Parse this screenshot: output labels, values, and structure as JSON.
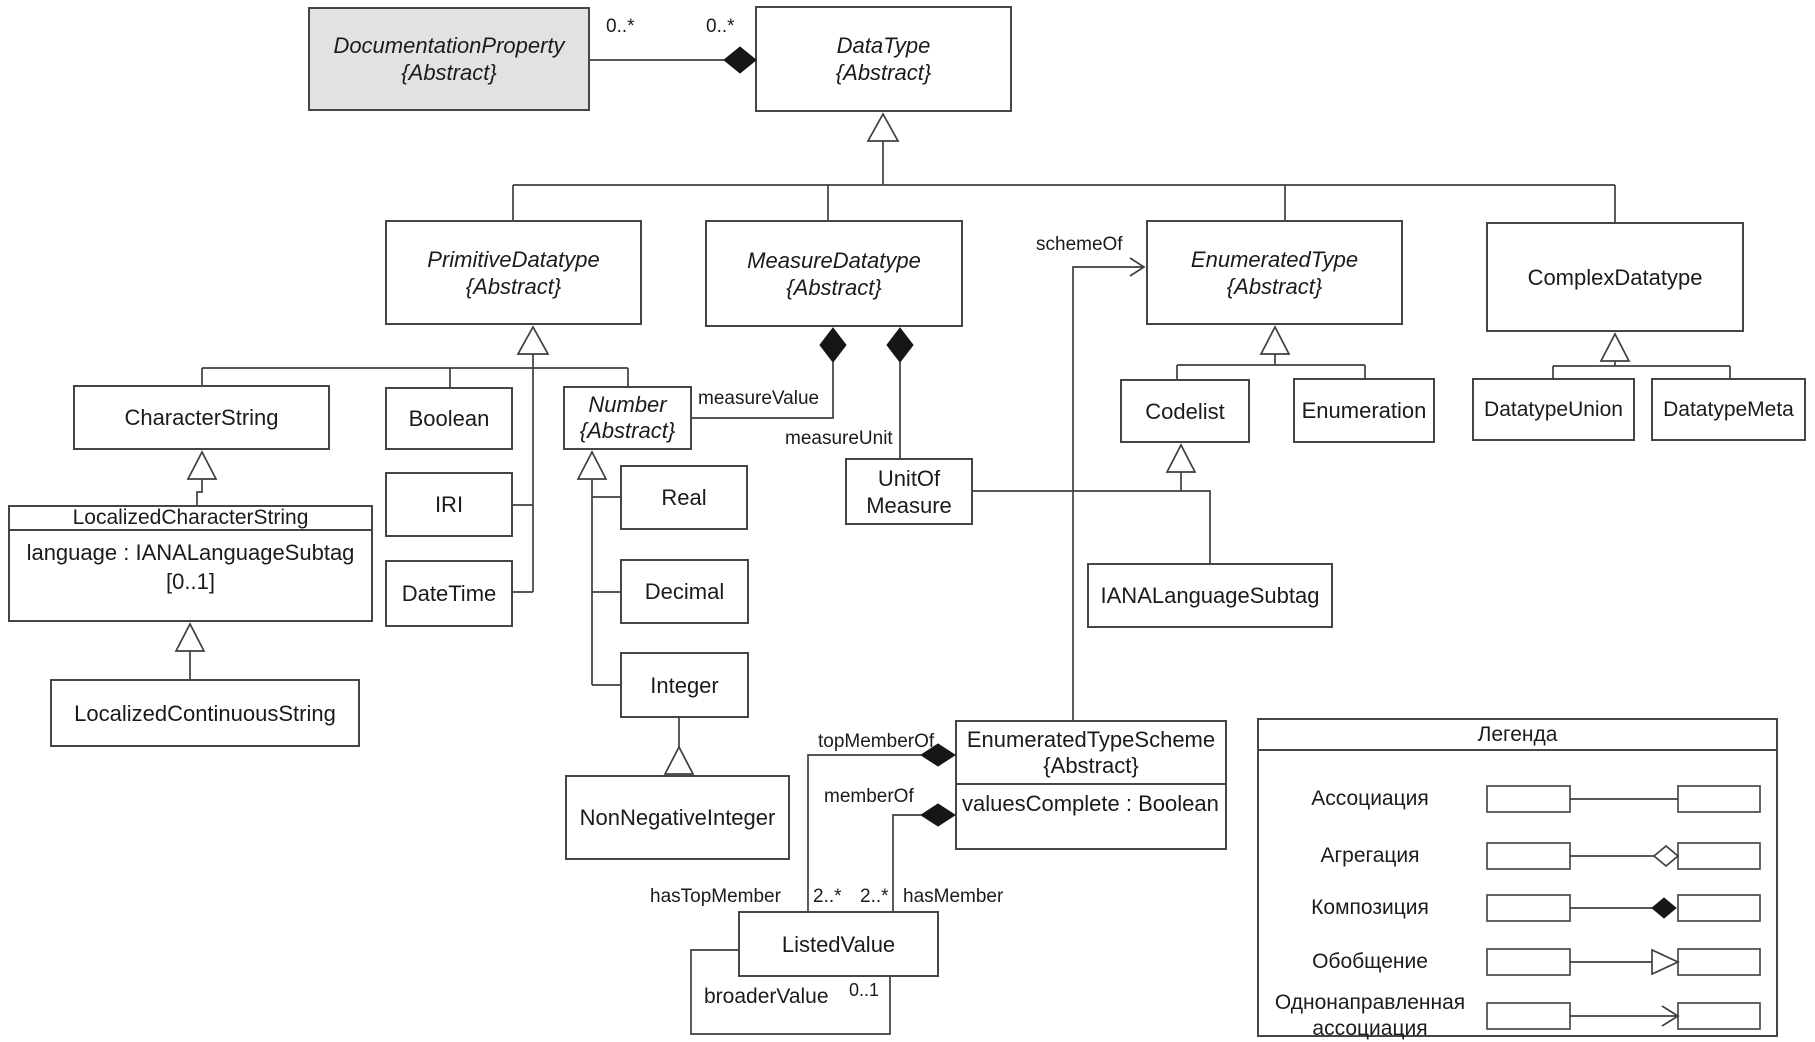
{
  "diagram": {
    "nodes": {
      "documentationProperty": {
        "name": "DocumentationProperty",
        "stereotype": "{Abstract}"
      },
      "dataType": {
        "name": "DataType",
        "stereotype": "{Abstract}"
      },
      "primitiveDatatype": {
        "name": "PrimitiveDatatype",
        "stereotype": "{Abstract}"
      },
      "measureDatatype": {
        "name": "MeasureDatatype",
        "stereotype": "{Abstract}"
      },
      "enumeratedType": {
        "name": "EnumeratedType",
        "stereotype": "{Abstract}"
      },
      "complexDatatype": {
        "name": "ComplexDatatype"
      },
      "characterString": {
        "name": "CharacterString"
      },
      "boolean": {
        "name": "Boolean"
      },
      "iri": {
        "name": "IRI"
      },
      "dateTime": {
        "name": "DateTime"
      },
      "number": {
        "name": "Number",
        "stereotype": "{Abstract}"
      },
      "real": {
        "name": "Real"
      },
      "decimal": {
        "name": "Decimal"
      },
      "integer": {
        "name": "Integer"
      },
      "nonNegativeInteger": {
        "name": "NonNegativeInteger"
      },
      "localizedCharacterString": {
        "name": "LocalizedCharacterString",
        "attribute": "language : IANALanguageSubtag",
        "attribute_multiplicity": "[0..1]"
      },
      "localizedContinuousString": {
        "name": "LocalizedContinuousString"
      },
      "unitOfMeasure": {
        "name_line1": "UnitOf",
        "name_line2": "Measure"
      },
      "codelist": {
        "name": "Codelist"
      },
      "enumeration": {
        "name": "Enumeration"
      },
      "datatypeUnion": {
        "name": "DatatypeUnion"
      },
      "datatypeMeta": {
        "name": "DatatypeMeta"
      },
      "ianaLanguageSubtag": {
        "name": "IANALanguageSubtag"
      },
      "enumeratedTypeScheme": {
        "name": "EnumeratedTypeScheme",
        "stereotype": "{Abstract}",
        "attribute": "valuesComplete : Boolean"
      },
      "listedValue": {
        "name": "ListedValue"
      }
    },
    "edge_labels": {
      "doc_side_multiplicity": "0..*",
      "datatype_side_multiplicity": "0..*",
      "measureValue": "measureValue",
      "measureUnit": "measureUnit",
      "schemeOf": "schemeOf",
      "topMemberOf": "topMemberOf",
      "memberOf": "memberOf",
      "hasTopMember": "hasTopMember",
      "hasTopMember_multiplicity": "2..*",
      "hasMember_multiplicity": "2..*",
      "hasMember": "hasMember",
      "broaderValue": "broaderValue",
      "broaderValue_multiplicity": "0..1"
    },
    "legend": {
      "title": "Легенда",
      "rows": [
        {
          "label": "Ассоциация"
        },
        {
          "label": "Агрегация"
        },
        {
          "label": "Композиция"
        },
        {
          "label": "Обобщение"
        },
        {
          "label": "Однонаправленная ассоциация"
        }
      ]
    },
    "colors": {
      "abstract_fill": "#e2e2e2",
      "box_border": "#454545",
      "line": "#3f3f3f"
    }
  }
}
